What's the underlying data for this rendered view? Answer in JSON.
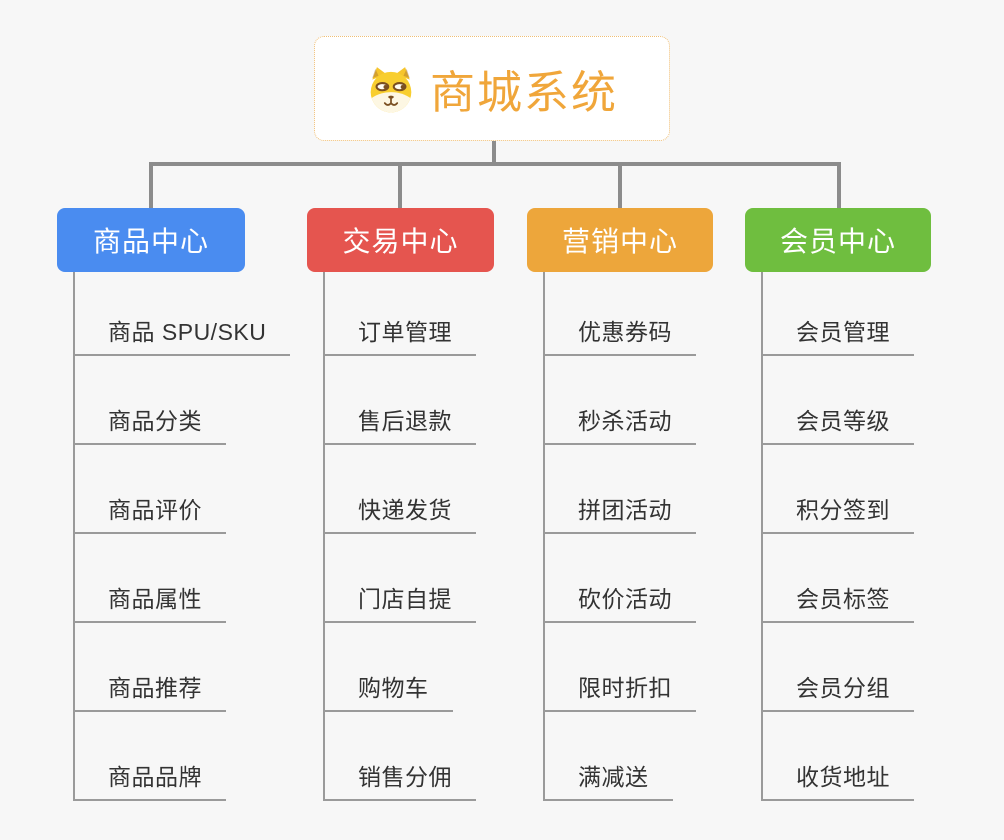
{
  "root": {
    "label": "商城系统",
    "icon": "shiba-dog-icon"
  },
  "branches": [
    {
      "label": "商品中心",
      "color": "#4a8cf0",
      "items": [
        "商品 SPU/SKU",
        "商品分类",
        "商品评价",
        "商品属性",
        "商品推荐",
        "商品品牌"
      ]
    },
    {
      "label": "交易中心",
      "color": "#e5554f",
      "items": [
        "订单管理",
        "售后退款",
        "快递发货",
        "门店自提",
        "购物车",
        "销售分佣"
      ]
    },
    {
      "label": "营销中心",
      "color": "#eda63b",
      "items": [
        "优惠券码",
        "秒杀活动",
        "拼团活动",
        "砍价活动",
        "限时折扣",
        "满减送"
      ]
    },
    {
      "label": "会员中心",
      "color": "#6fbe3f",
      "items": [
        "会员管理",
        "会员等级",
        "积分签到",
        "会员标签",
        "会员分组",
        "收货地址"
      ]
    }
  ],
  "colors": {
    "background": "#f7f7f7",
    "root_text": "#f0a63a",
    "root_border": "#f0bf75",
    "connector": "#8c8c8c",
    "underline": "#9a9a9a",
    "item_text": "#333333"
  }
}
